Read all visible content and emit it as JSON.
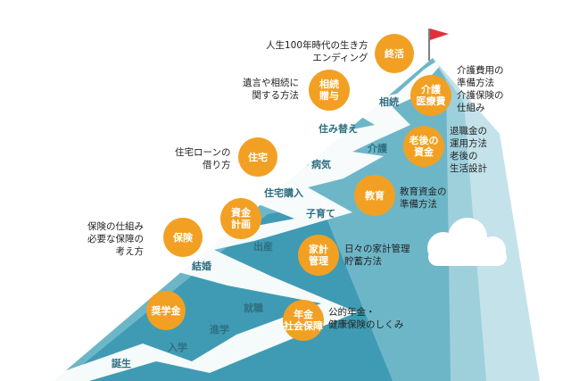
{
  "colors": {
    "circle": "#f2a023",
    "stage_text": "#2f6f80",
    "flag": "#e0313b"
  },
  "events": [
    {
      "key": "tanjo",
      "label": "誕生"
    },
    {
      "key": "nyugaku",
      "label": "入学"
    },
    {
      "key": "shingaku",
      "label": "進学"
    },
    {
      "key": "shushoku",
      "label": "就職"
    },
    {
      "key": "kekkon",
      "label": "結婚"
    },
    {
      "key": "shussan",
      "label": "出産"
    },
    {
      "key": "kosodate",
      "label": "子育て"
    },
    {
      "key": "jutaku_konyu",
      "label": "住宅購入"
    },
    {
      "key": "byoki",
      "label": "病気"
    },
    {
      "key": "kaigo",
      "label": "介護"
    },
    {
      "key": "sumikae",
      "label": "住み替え"
    },
    {
      "key": "sozoku",
      "label": "相続"
    }
  ],
  "topics": [
    {
      "key": "shogakukin",
      "lines": [
        "奨学金"
      ],
      "description": []
    },
    {
      "key": "nenkin",
      "lines": [
        "年金",
        "社会保障"
      ],
      "description": [
        "公的年金・",
        "健康保険のしくみ"
      ]
    },
    {
      "key": "kakei",
      "lines": [
        "家計",
        "管理"
      ],
      "description": [
        "日々の家計管理",
        "貯蓄方法"
      ]
    },
    {
      "key": "hoken",
      "lines": [
        "保険"
      ],
      "description": [
        "保険の仕組み",
        "必要な保障の",
        "考え方"
      ]
    },
    {
      "key": "shikin",
      "lines": [
        "資金",
        "計画"
      ],
      "description": []
    },
    {
      "key": "kyoiku",
      "lines": [
        "教育"
      ],
      "description": [
        "教育資金の",
        "準備方法"
      ]
    },
    {
      "key": "jutaku",
      "lines": [
        "住宅"
      ],
      "description": [
        "住宅ローンの",
        "借り方"
      ]
    },
    {
      "key": "rogo",
      "lines": [
        "老後の",
        "資金"
      ],
      "description": [
        "退職金の",
        "運用方法",
        "老後の",
        "生活設計"
      ]
    },
    {
      "key": "iryo",
      "lines": [
        "介護",
        "医療費"
      ],
      "description": [
        "介護費用の",
        "準備方法",
        "介護保険の",
        "仕組み"
      ]
    },
    {
      "key": "sozoku_zoyo",
      "lines": [
        "相続",
        "贈与"
      ],
      "description": [
        "遺言や相続に",
        "関する方法"
      ]
    },
    {
      "key": "shukatsu",
      "lines": [
        "終活"
      ],
      "description": [
        "人生100年時代の生き方",
        "エンディング"
      ]
    }
  ]
}
